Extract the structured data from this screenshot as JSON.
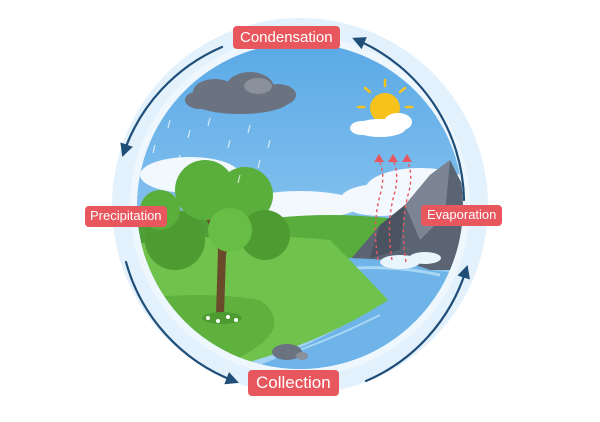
{
  "diagram": {
    "stages": {
      "condensation": "Condensation",
      "precipitation": "Precipitation",
      "evaporation": "Evaporation",
      "collection": "Collection"
    }
  },
  "colors": {
    "label_bg": "#e8575e",
    "label_text": "#ffffff",
    "ring": "#dceefb",
    "arrow": "#1f4e79",
    "sky": "#6cb6ea",
    "grass": "#6fc24b",
    "water": "#6eb4e8",
    "cliff": "#5a6472",
    "sun": "#f6c21b",
    "cloud_dark": "#6b7280"
  },
  "icons": [
    "cycle-arrow-icon",
    "sun-icon",
    "rain-cloud-icon",
    "cloud-icon",
    "tree-icon",
    "steam-arrow-icon",
    "rock-icon"
  ]
}
